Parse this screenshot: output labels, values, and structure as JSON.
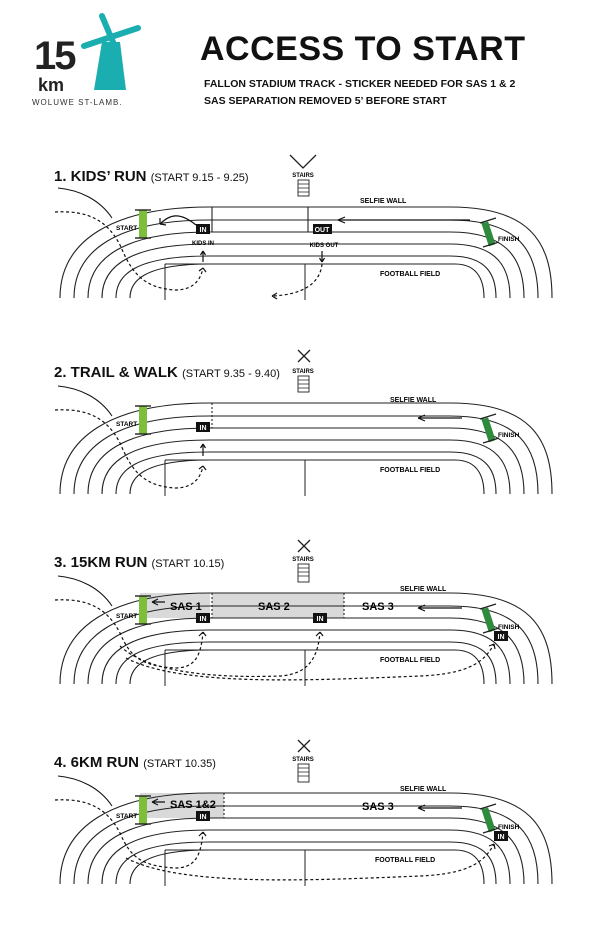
{
  "logo": {
    "number": "15",
    "unit": "km",
    "place": "WOLUWE ST-LAMB."
  },
  "title": "ACCESS TO START",
  "subtitle_1": "FALLON STADIUM TRACK - STICKER NEEDED FOR SAS 1 & 2",
  "subtitle_2": "SAS SEPARATION REMOVED 5’ BEFORE START",
  "labels": {
    "stairs": "STAIRS",
    "selfie_wall": "SELFIE WALL",
    "football_field": "FOOTBALL FIELD",
    "start": "START",
    "finish": "FINISH",
    "in": "IN",
    "out": "OUT",
    "kids_in": "KIDS IN",
    "kids_out": "KIDS OUT"
  },
  "sections": [
    {
      "heading": "1.  KIDS’ RUN",
      "time": "(START 9.15 - 9.25)"
    },
    {
      "heading": "2. TRAIL & WALK",
      "time": "(START 9.35 - 9.40)"
    },
    {
      "heading": "3. 15KM RUN",
      "time": "(START 10.15)",
      "zones": [
        "SAS 1",
        "SAS 2",
        "SAS 3"
      ]
    },
    {
      "heading": "4. 6KM RUN",
      "time": "(START 10.35)",
      "zones": [
        "SAS 1&2",
        "SAS 3"
      ]
    }
  ],
  "colors": {
    "zone_fill": "#d9d9d9",
    "start_arch": "#7dbf3a",
    "finish_arch": "#2e8b3e",
    "logo_mill": "#1aaeb0"
  }
}
